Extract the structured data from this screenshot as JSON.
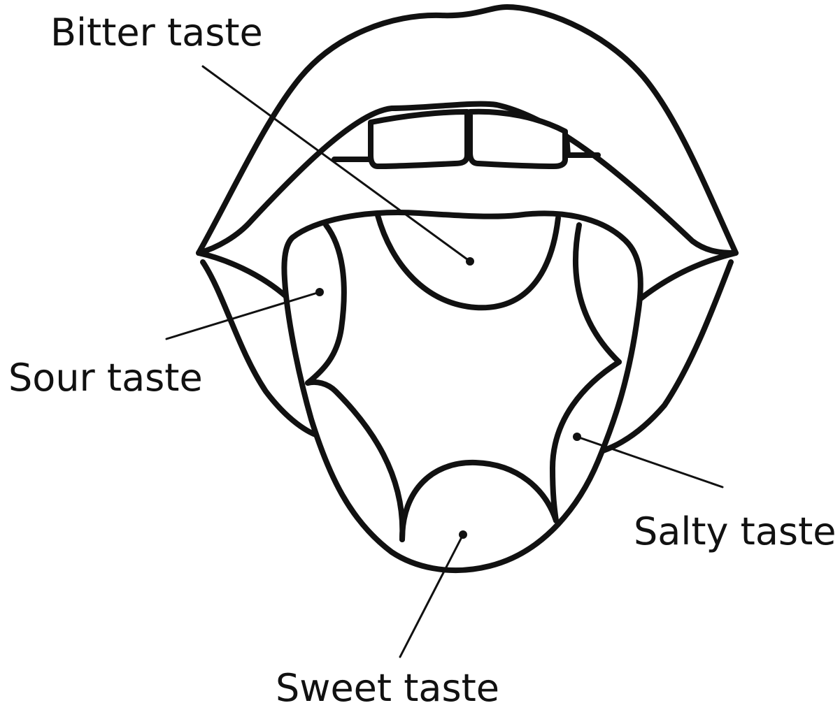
{
  "labels": {
    "bitter": "Bitter taste",
    "sour": "Sour taste",
    "salty": "Salty taste",
    "sweet": "Sweet taste"
  },
  "colors": {
    "stroke": "#111111",
    "background": "#ffffff"
  }
}
